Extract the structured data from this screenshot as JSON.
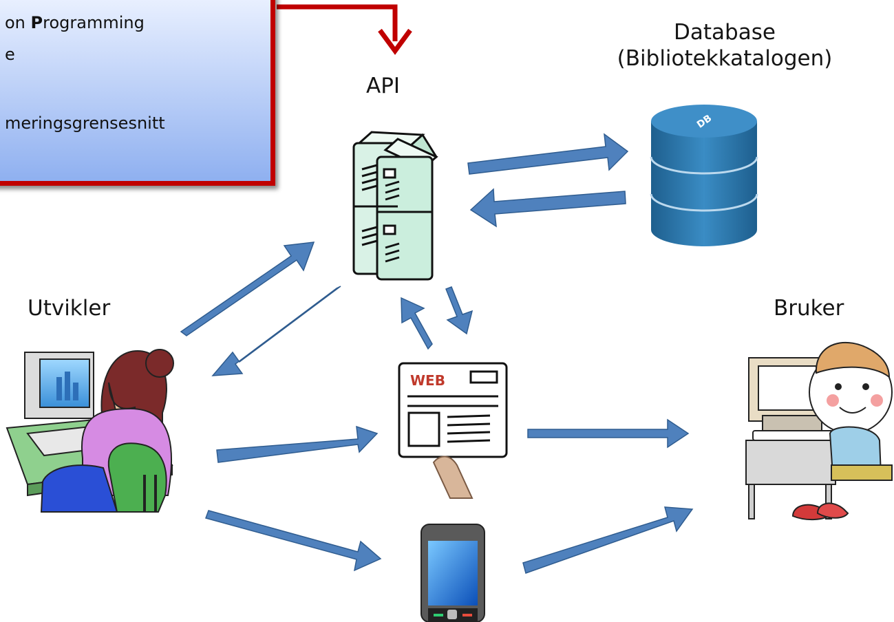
{
  "callout": {
    "line1_prefix": "on ",
    "line1_bold": "P",
    "line1_suffix": "rogramming",
    "line2": "e",
    "line3": "meringsgrensesnitt"
  },
  "nodes": {
    "api": "API",
    "database_name": "Database",
    "database_detail": "(Bibliotekkatalogen)",
    "developer": "Utvikler",
    "user": "Bruker"
  },
  "icons": {
    "server": "server-icon",
    "database": "database-icon",
    "db_badge": "DB",
    "web_page": "web-page-icon",
    "web_badge": "WEB",
    "phone": "smartphone-icon",
    "developer": "developer-at-computer-icon",
    "user": "child-at-computer-icon"
  },
  "colors": {
    "arrow_fill": "#4f81bd",
    "arrow_stroke": "#2f5c8f",
    "callout_border": "#c00000",
    "callout_gradient_top": "#e9f0ff",
    "callout_gradient_bottom": "#8fb0f0",
    "database_body": "#2f78ac",
    "server_body": "#d9f2e6"
  }
}
